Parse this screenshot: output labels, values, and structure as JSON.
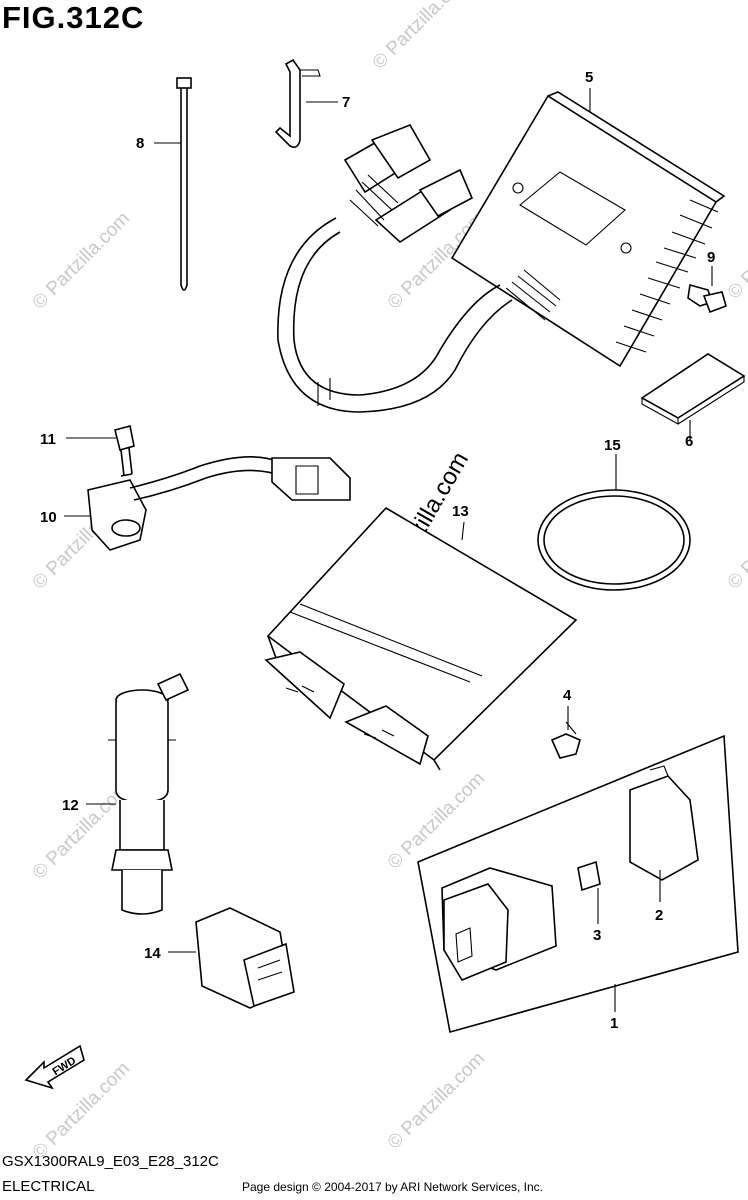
{
  "figure": {
    "title": "FIG.312C",
    "code": "GSX1300RAL9_E03_E28_312C",
    "section": "ELECTRICAL"
  },
  "footer": {
    "copyright": "Page design © 2004-2017 by ARI Network Services, Inc."
  },
  "fwd_label": "FWD",
  "watermark": {
    "text": "© Partzilla.com"
  },
  "callouts": [
    {
      "id": "1",
      "label": "1"
    },
    {
      "id": "2",
      "label": "2"
    },
    {
      "id": "3",
      "label": "3"
    },
    {
      "id": "4",
      "label": "4"
    },
    {
      "id": "5",
      "label": "5"
    },
    {
      "id": "6",
      "label": "6"
    },
    {
      "id": "7",
      "label": "7"
    },
    {
      "id": "8",
      "label": "8"
    },
    {
      "id": "9",
      "label": "9"
    },
    {
      "id": "10",
      "label": "10"
    },
    {
      "id": "11",
      "label": "11"
    },
    {
      "id": "12",
      "label": "12"
    },
    {
      "id": "13",
      "label": "13"
    },
    {
      "id": "14",
      "label": "14"
    },
    {
      "id": "15",
      "label": "15"
    }
  ]
}
